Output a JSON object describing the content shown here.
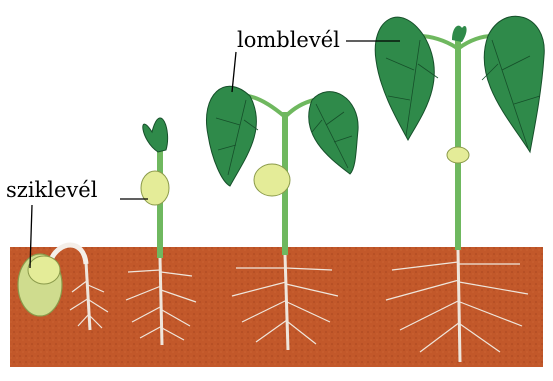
{
  "labels": {
    "cotyledon": "sziklevél",
    "foliage_leaf": "lomblevél"
  },
  "colors": {
    "background": "#ffffff",
    "soil": "#c2582a",
    "stem": "#6fb85f",
    "leaf": "#2f8a4a",
    "leaf_vein": "#164f2a",
    "cotyledon": "#e4ec98",
    "root": "#f4efe9"
  },
  "stages": [
    {
      "name": "germinating-seed"
    },
    {
      "name": "young-seedling"
    },
    {
      "name": "seedling-with-first-leaves"
    },
    {
      "name": "mature-seedling"
    }
  ]
}
